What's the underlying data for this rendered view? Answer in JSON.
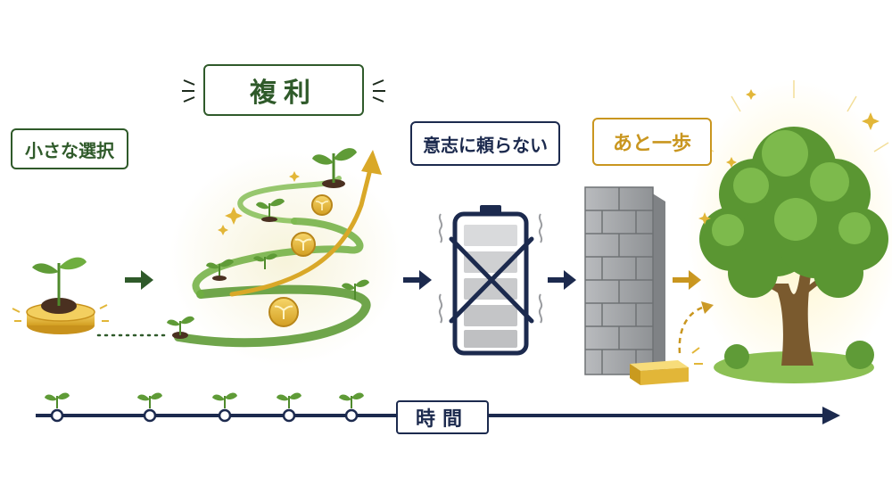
{
  "labels": {
    "small_choice": "小さな選択",
    "compound": "複利",
    "no_willpower": "意志に頼らない",
    "one_more_step": "あと一歩",
    "time": "時間"
  },
  "colors": {
    "green": "#2f5a2a",
    "leaf": "#5f9b37",
    "navy": "#1c2a4e",
    "gold": "#c9961f",
    "coin": "#e3b53a",
    "stone": "#a8aaad",
    "tree_trunk": "#7a5a2e",
    "tree_leaf": "#6aa53b"
  },
  "icons": [
    "seedling-icon",
    "coin-icon",
    "battery-icon",
    "cross-icon",
    "wall-icon",
    "gold-brick-icon",
    "tree-icon",
    "arrow-icon"
  ],
  "timeline": {
    "milestones": 5
  }
}
